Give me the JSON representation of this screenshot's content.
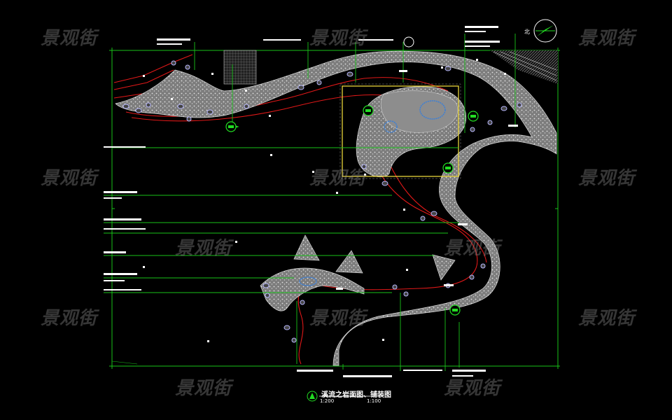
{
  "colors": {
    "background": "#000000",
    "frame_line": "#19c219",
    "leader_line": "#19c219",
    "path_fill": "#8c8c8c",
    "path_stipple": "#d8d8d8",
    "boundary_line": "#e01818",
    "highlight_box": "#e8d43a",
    "label_bar": "#ffffff",
    "marker": "#22dd22",
    "boulder": "#b8b8ff",
    "pond": "#3a7fd8",
    "watermark": "#9a9a9a",
    "title_text": "#ffffff"
  },
  "watermark_text": "景观街",
  "drawing": {
    "title": "溪流之岩面图、铺装图",
    "scale_left": "1:200",
    "scale_right": "1:100",
    "north_arrow_icon": "north-arrow-icon",
    "title_marker_icon": "section-marker-icon"
  }
}
